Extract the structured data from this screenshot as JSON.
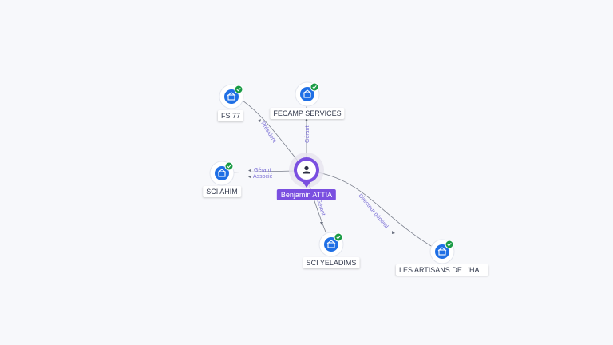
{
  "colors": {
    "accent": "#7a4fe0",
    "company_icon_bg": "#1f6fe5",
    "check_badge": "#1a9b45",
    "edge_line": "#6b7180",
    "edge_label": "#7b6fd6"
  },
  "person": {
    "name": "Benjamin ATTIA",
    "icon": "user-icon"
  },
  "companies": [
    {
      "id": "fs77",
      "label": "FS 77",
      "icon": "building-icon",
      "verified": true
    },
    {
      "id": "fecamp",
      "label": "FECAMP SERVICES",
      "icon": "building-icon",
      "verified": true
    },
    {
      "id": "sciahim",
      "label": "SCI AHIM",
      "icon": "building-icon",
      "verified": true
    },
    {
      "id": "sciyeladims",
      "label": "SCI YELADIMS",
      "icon": "building-icon",
      "verified": true
    },
    {
      "id": "artisans",
      "label": "LES ARTISANS DE L'HA...",
      "icon": "building-icon",
      "verified": true
    }
  ],
  "relations": [
    {
      "to": "fs77",
      "roles": [
        "Président"
      ]
    },
    {
      "to": "fecamp",
      "roles": [
        "Gérant"
      ]
    },
    {
      "to": "sciahim",
      "roles": [
        "Gérant",
        "Associé"
      ]
    },
    {
      "to": "sciyeladims",
      "roles": [
        "Gérant"
      ]
    },
    {
      "to": "artisans",
      "roles": [
        "Directeur général"
      ]
    }
  ]
}
